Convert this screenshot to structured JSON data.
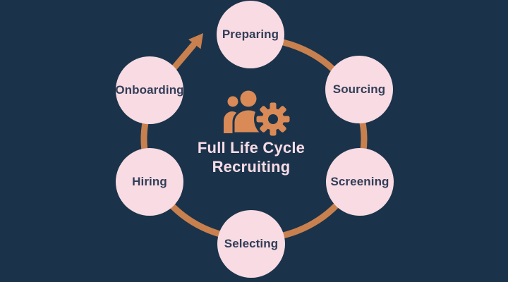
{
  "title": {
    "line1": "Full Life Cycle",
    "line2": "Recruiting"
  },
  "center_icon": "people-with-gear-icon",
  "stages": [
    {
      "label": "Preparing"
    },
    {
      "label": "Sourcing"
    },
    {
      "label": "Screening"
    },
    {
      "label": "Selecting"
    },
    {
      "label": "Hiring"
    },
    {
      "label": "Onboarding"
    }
  ],
  "colors": {
    "background": "#1a334a",
    "circle_fill": "#f8dbe3",
    "ring": "#c8804f",
    "icon": "#d98a56",
    "label_text": "#333e58",
    "title_text": "#f8dce6"
  }
}
